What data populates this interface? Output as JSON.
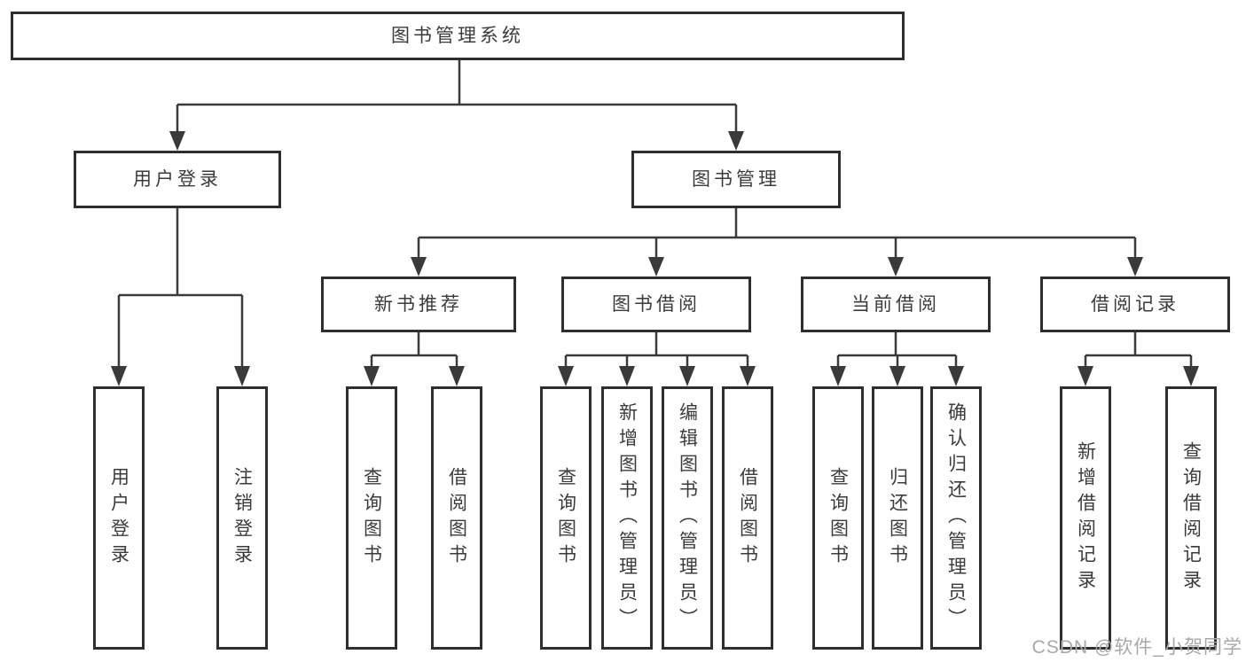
{
  "tree": {
    "root": {
      "label": "图书管理系统"
    },
    "branches": [
      {
        "label": "用户登录",
        "leaves": [
          {
            "label": "用户登录"
          },
          {
            "label": "注销登录"
          }
        ]
      },
      {
        "label": "图书管理",
        "groups": [
          {
            "label": "新书推荐",
            "leaves": [
              {
                "label": "查询图书"
              },
              {
                "label": "借阅图书"
              }
            ]
          },
          {
            "label": "图书借阅",
            "leaves": [
              {
                "label": "查询图书"
              },
              {
                "label": "新增图书（管理员）"
              },
              {
                "label": "编辑图书（管理员）"
              },
              {
                "label": "借阅图书"
              }
            ]
          },
          {
            "label": "当前借阅",
            "leaves": [
              {
                "label": "查询图书"
              },
              {
                "label": "归还图书"
              },
              {
                "label": "确认归还（管理员）"
              }
            ]
          },
          {
            "label": "借阅记录",
            "leaves": [
              {
                "label": "新增借阅记录"
              },
              {
                "label": "查询借阅记录"
              }
            ]
          }
        ]
      }
    ]
  },
  "watermark": {
    "text": "CSDN @软件_小贺同学"
  },
  "colors": {
    "line": "#3a3a3a",
    "box_border": "#2e2e2e",
    "text": "#3b3b3b",
    "watermark": "#a8a8a8",
    "background": "#ffffff"
  }
}
